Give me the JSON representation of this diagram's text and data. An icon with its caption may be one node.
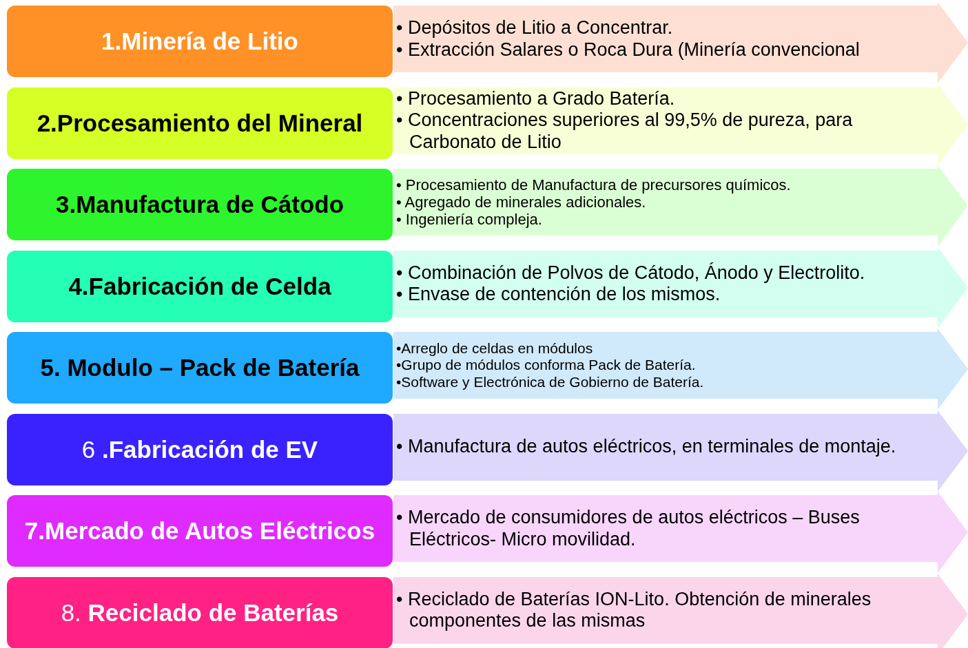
{
  "diagram": {
    "nodes": [
      {
        "text": [
          "1.Minería de Litio"
        ]
      },
      {
        "text": [
          "• Depósitos de Litio a Concentrar.",
          "• Extracción Salares o Roca Dura (Minería convencional"
        ]
      },
      {
        "text": [
          "2.Procesamiento del Mineral"
        ]
      },
      {
        "text": [
          "• Procesamiento a Grado Batería.",
          "• Concentraciones superiores al 99,5% de pureza, para Carbonato de Litio"
        ]
      },
      {
        "text": [
          "3.Manufactura de Cátodo"
        ]
      },
      {
        "text": [
          "• Procesamiento de Manufactura de precursores químicos.",
          "• Agregado de minerales adicionales.",
          "• Ingeniería compleja."
        ]
      },
      {
        "text": [
          "4.Fabricación de Celda"
        ]
      },
      {
        "text": [
          "• Combinación de Polvos de Cátodo, Ánodo y Electrolito.",
          "• Envase de contención de los mismos."
        ]
      },
      {
        "text": [
          "5. Modulo – Pack de Batería"
        ]
      },
      {
        "text": [
          "•Arreglo de celdas en módulos",
          "•Grupo de módulos conforma Pack de Batería.",
          "•Software y Electrónica de Gobierno de Batería."
        ]
      },
      {
        "text": [
          "6 **.Fabricación de EV**"
        ]
      },
      {
        "text": [
          "• Manufactura de autos eléctricos, en terminales de montaje."
        ]
      },
      {
        "text": [
          "7.Mercado de Autos Eléctricos"
        ]
      },
      {
        "text": [
          "• Mercado de consumidores de autos eléctricos – Buses Eléctricos- Micro movilidad."
        ]
      },
      {
        "text": [
          "8. **Reciclado de Baterías**"
        ]
      },
      {
        "text": [
          "• Reciclado de Baterías ION-Lito. Obtención de minerales componentes de las mismas"
        ]
      }
    ]
  }
}
